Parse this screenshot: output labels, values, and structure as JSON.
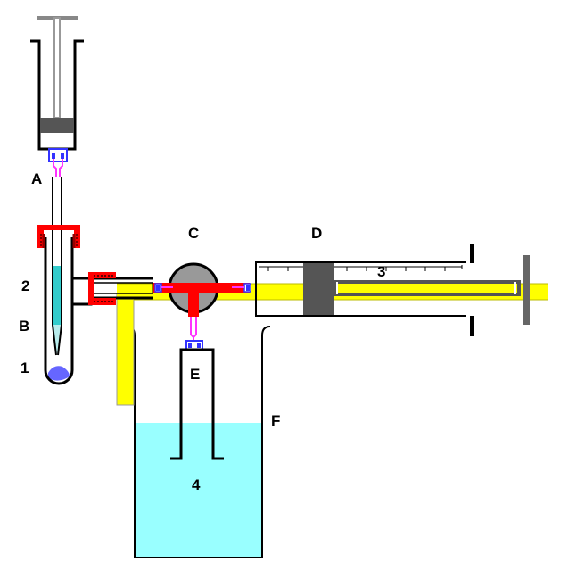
{
  "labels": {
    "A": "A",
    "B": "B",
    "C": "C",
    "D": "D",
    "E": "E",
    "F": "F",
    "n1": "1",
    "n2": "2",
    "n3": "3",
    "n4": "4"
  },
  "colors": {
    "outline": "#000000",
    "yellow": "#ffff00",
    "water": "#99ffff",
    "cyan_fluid": "#33cccc",
    "red": "#ff0000",
    "dark_red": "#990000",
    "grey": "#999999",
    "dark_grey": "#555555",
    "blue": "#3333ff",
    "magenta": "#ff33ff",
    "violet": "#6666ff"
  }
}
